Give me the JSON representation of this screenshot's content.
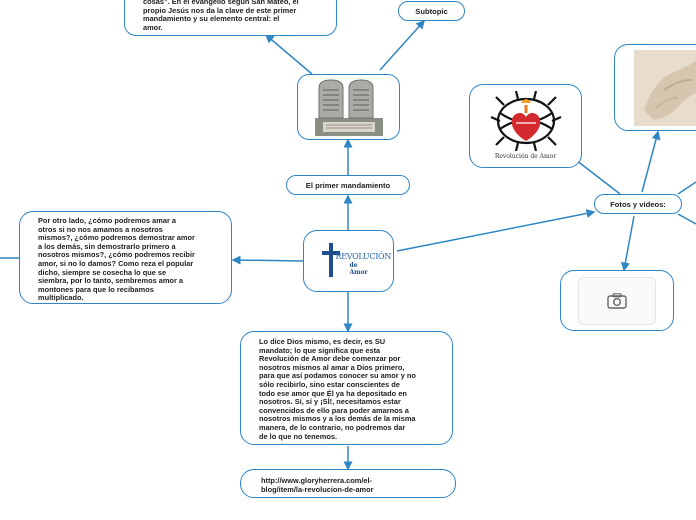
{
  "colors": {
    "connector": "#2f86c4",
    "node_border": "#2f86c4",
    "text": "#222222"
  },
  "nodes": {
    "top_left_text": "cosas”. En el evangelio según San Mateo, el\npropio Jesús nos da la clave de este primer\nmandamiento y su elemento central: el\namor.",
    "subtopic": "Subtopic",
    "first_commandment": "El primer mandamiento",
    "center_logo": {
      "title": "REVOLUCIÓN",
      "subtitle": "de Amor"
    },
    "left_text": "Por otro lado, ¿cómo podremos amar a\notros si no nos amamos a nosotros\nmismos?, ¿cómo podremos demostrar amor\na los demás, sin demostrarlo primero a\nnosotros mismos?, ¿cómo podremos recibir\namor, si no lo damos? Como reza el popular\ndicho, siempre se cosecha lo que se\nsiembra, por lo tanto, sembremos amor a\nmontones para que lo recibamos\nmultiplicado.",
    "bottom_text": "Lo dice Dios mismo, es decir, es SU\nmandato; lo que significa que esta\nRevolución de Amor debe comenzar por\nnosotros mismos al amar a Dios primero,\npara que así podamos conocer su amor y no\nsólo recibirlo, sino estar conscientes de\ntodo ese amor que Él ya ha depositado en\nnosotros. Sí, sí y ¡SÍ!, necesitamos estar\nconvencidos de ello para poder amarnos a\nnosotros mismos y a los demás de la misma\nmanera, de lo contrario, no podremos dar\nde lo que no tenemos.",
    "url": "http://www.gloryherrera.com/el-\nblog/item/la-revolucion-de-amor",
    "photos_videos": "Fotos y videos:",
    "heart_logo_caption": "Revolución de Amor"
  },
  "icons": [
    "tablets-image",
    "revolucion-logo-image",
    "sacred-heart-image",
    "sculpture-image",
    "camera-icon"
  ]
}
